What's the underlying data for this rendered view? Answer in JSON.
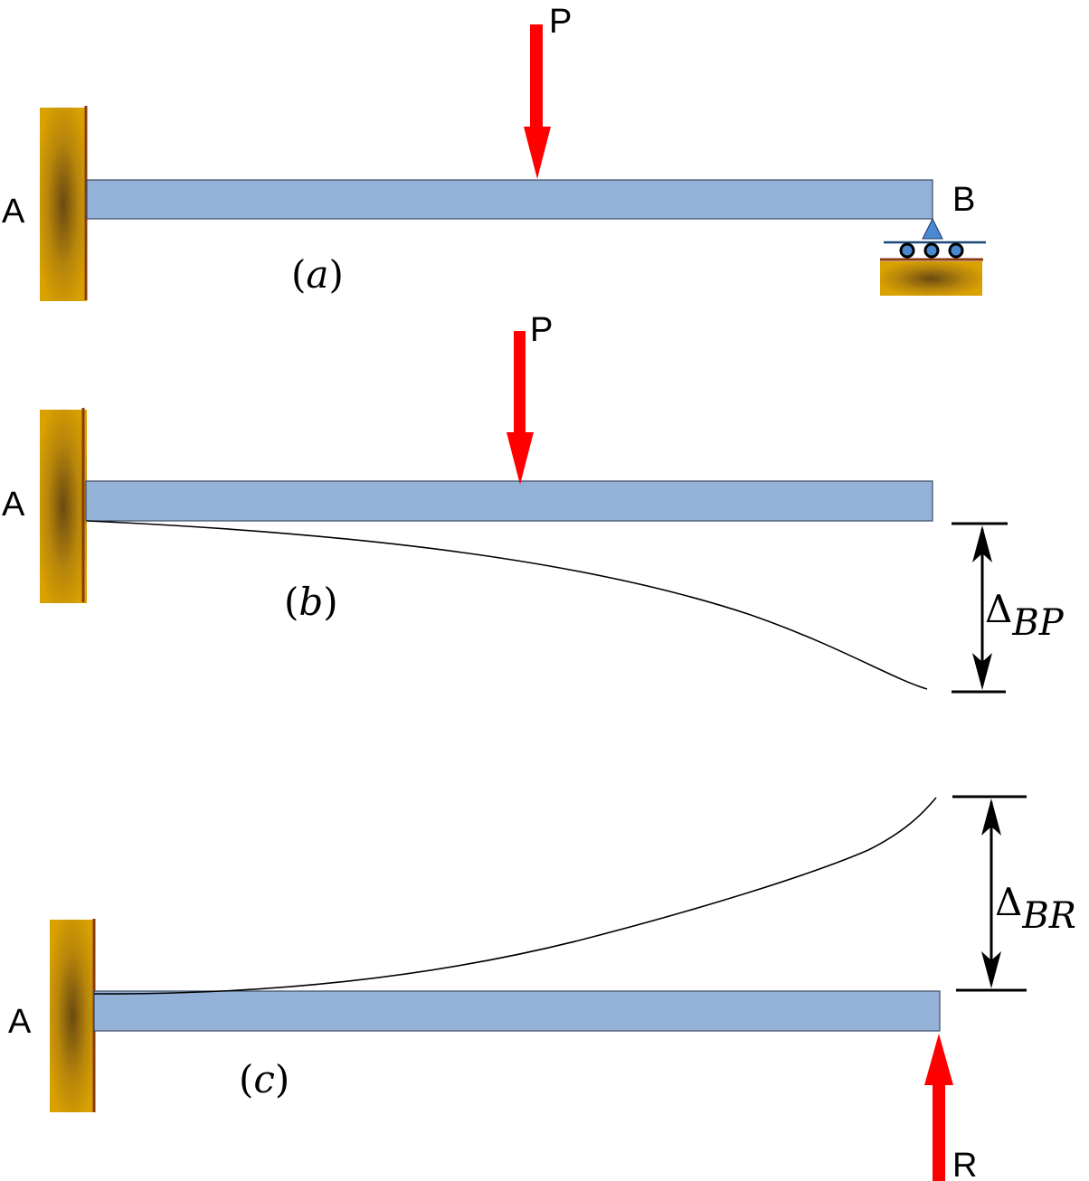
{
  "panel_a": {
    "fixed_end_label": "A",
    "roller_end_label": "B",
    "load_label": "P",
    "caption": "(a)",
    "caption_var": "a"
  },
  "panel_b": {
    "fixed_end_label": "A",
    "load_label": "P",
    "caption": "(b)",
    "caption_var": "b",
    "deflection_symbol": "Δ",
    "deflection_subscript": "BP"
  },
  "panel_c": {
    "fixed_end_label": "A",
    "reaction_label": "R",
    "caption": "(c)",
    "caption_var": "c",
    "deflection_symbol": "Δ",
    "deflection_subscript": "BR"
  },
  "colors": {
    "beam": "#94b2d7",
    "force_arrow": "#ff0000",
    "support_gold": "#d9a100",
    "support_dark": "#6a4a10"
  }
}
